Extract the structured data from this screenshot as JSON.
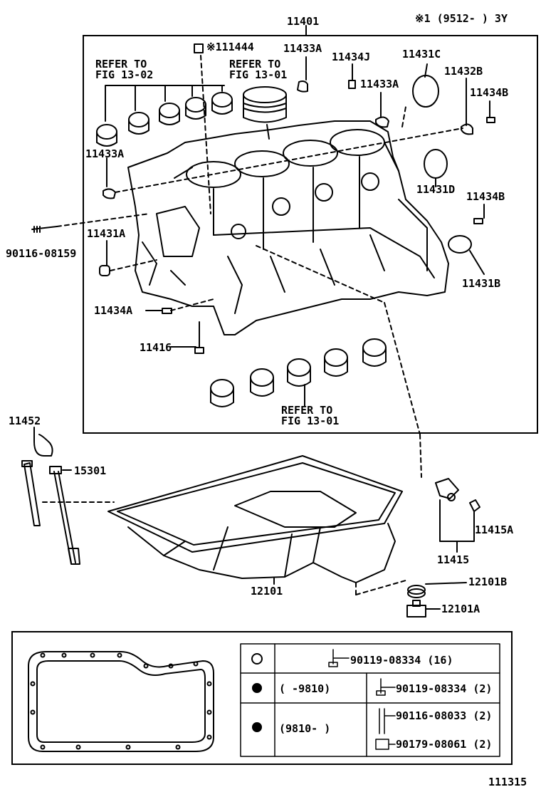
{
  "header": {
    "part_number": "11401",
    "note": "※1 (9512-    ) 3Y"
  },
  "labels": {
    "p111444": "※111444",
    "p11433A_top": "11433A",
    "p11434J": "11434J",
    "p11431C": "11431C",
    "p11432B": "11432B",
    "p11433A_right": "11433A",
    "p11434B_top": "11434B",
    "refer_1302_a": "REFER TO",
    "refer_1302_b": "FIG 13-02",
    "refer_1301_a": "REFER TO",
    "refer_1301_b": "FIG 13-01",
    "p11433A_left": "11433A",
    "p11431D": "11431D",
    "p11434B_mid": "11434B",
    "p11431A": "11431A",
    "p90116_08159": "90116-08159",
    "p11431B": "11431B",
    "p11434A": "11434A",
    "p11416": "11416",
    "refer_bottom_a": "REFER TO",
    "refer_bottom_b": "FIG 13-01",
    "p11452": "11452",
    "p15301": "15301",
    "p11415A": "11415A",
    "p11415": "11415",
    "p12101": "12101",
    "p12101B": "12101B",
    "p12101A": "12101A",
    "figure_number": "111315"
  },
  "table": {
    "row1_part": "90119-08334 (16)",
    "row2_range": "(    -9810)",
    "row2_part": "90119-08334 (2)",
    "row3_range": "(9810-    )",
    "row3_part_a": "90116-08033 (2)",
    "row3_part_b": "90179-08061 (2)"
  }
}
